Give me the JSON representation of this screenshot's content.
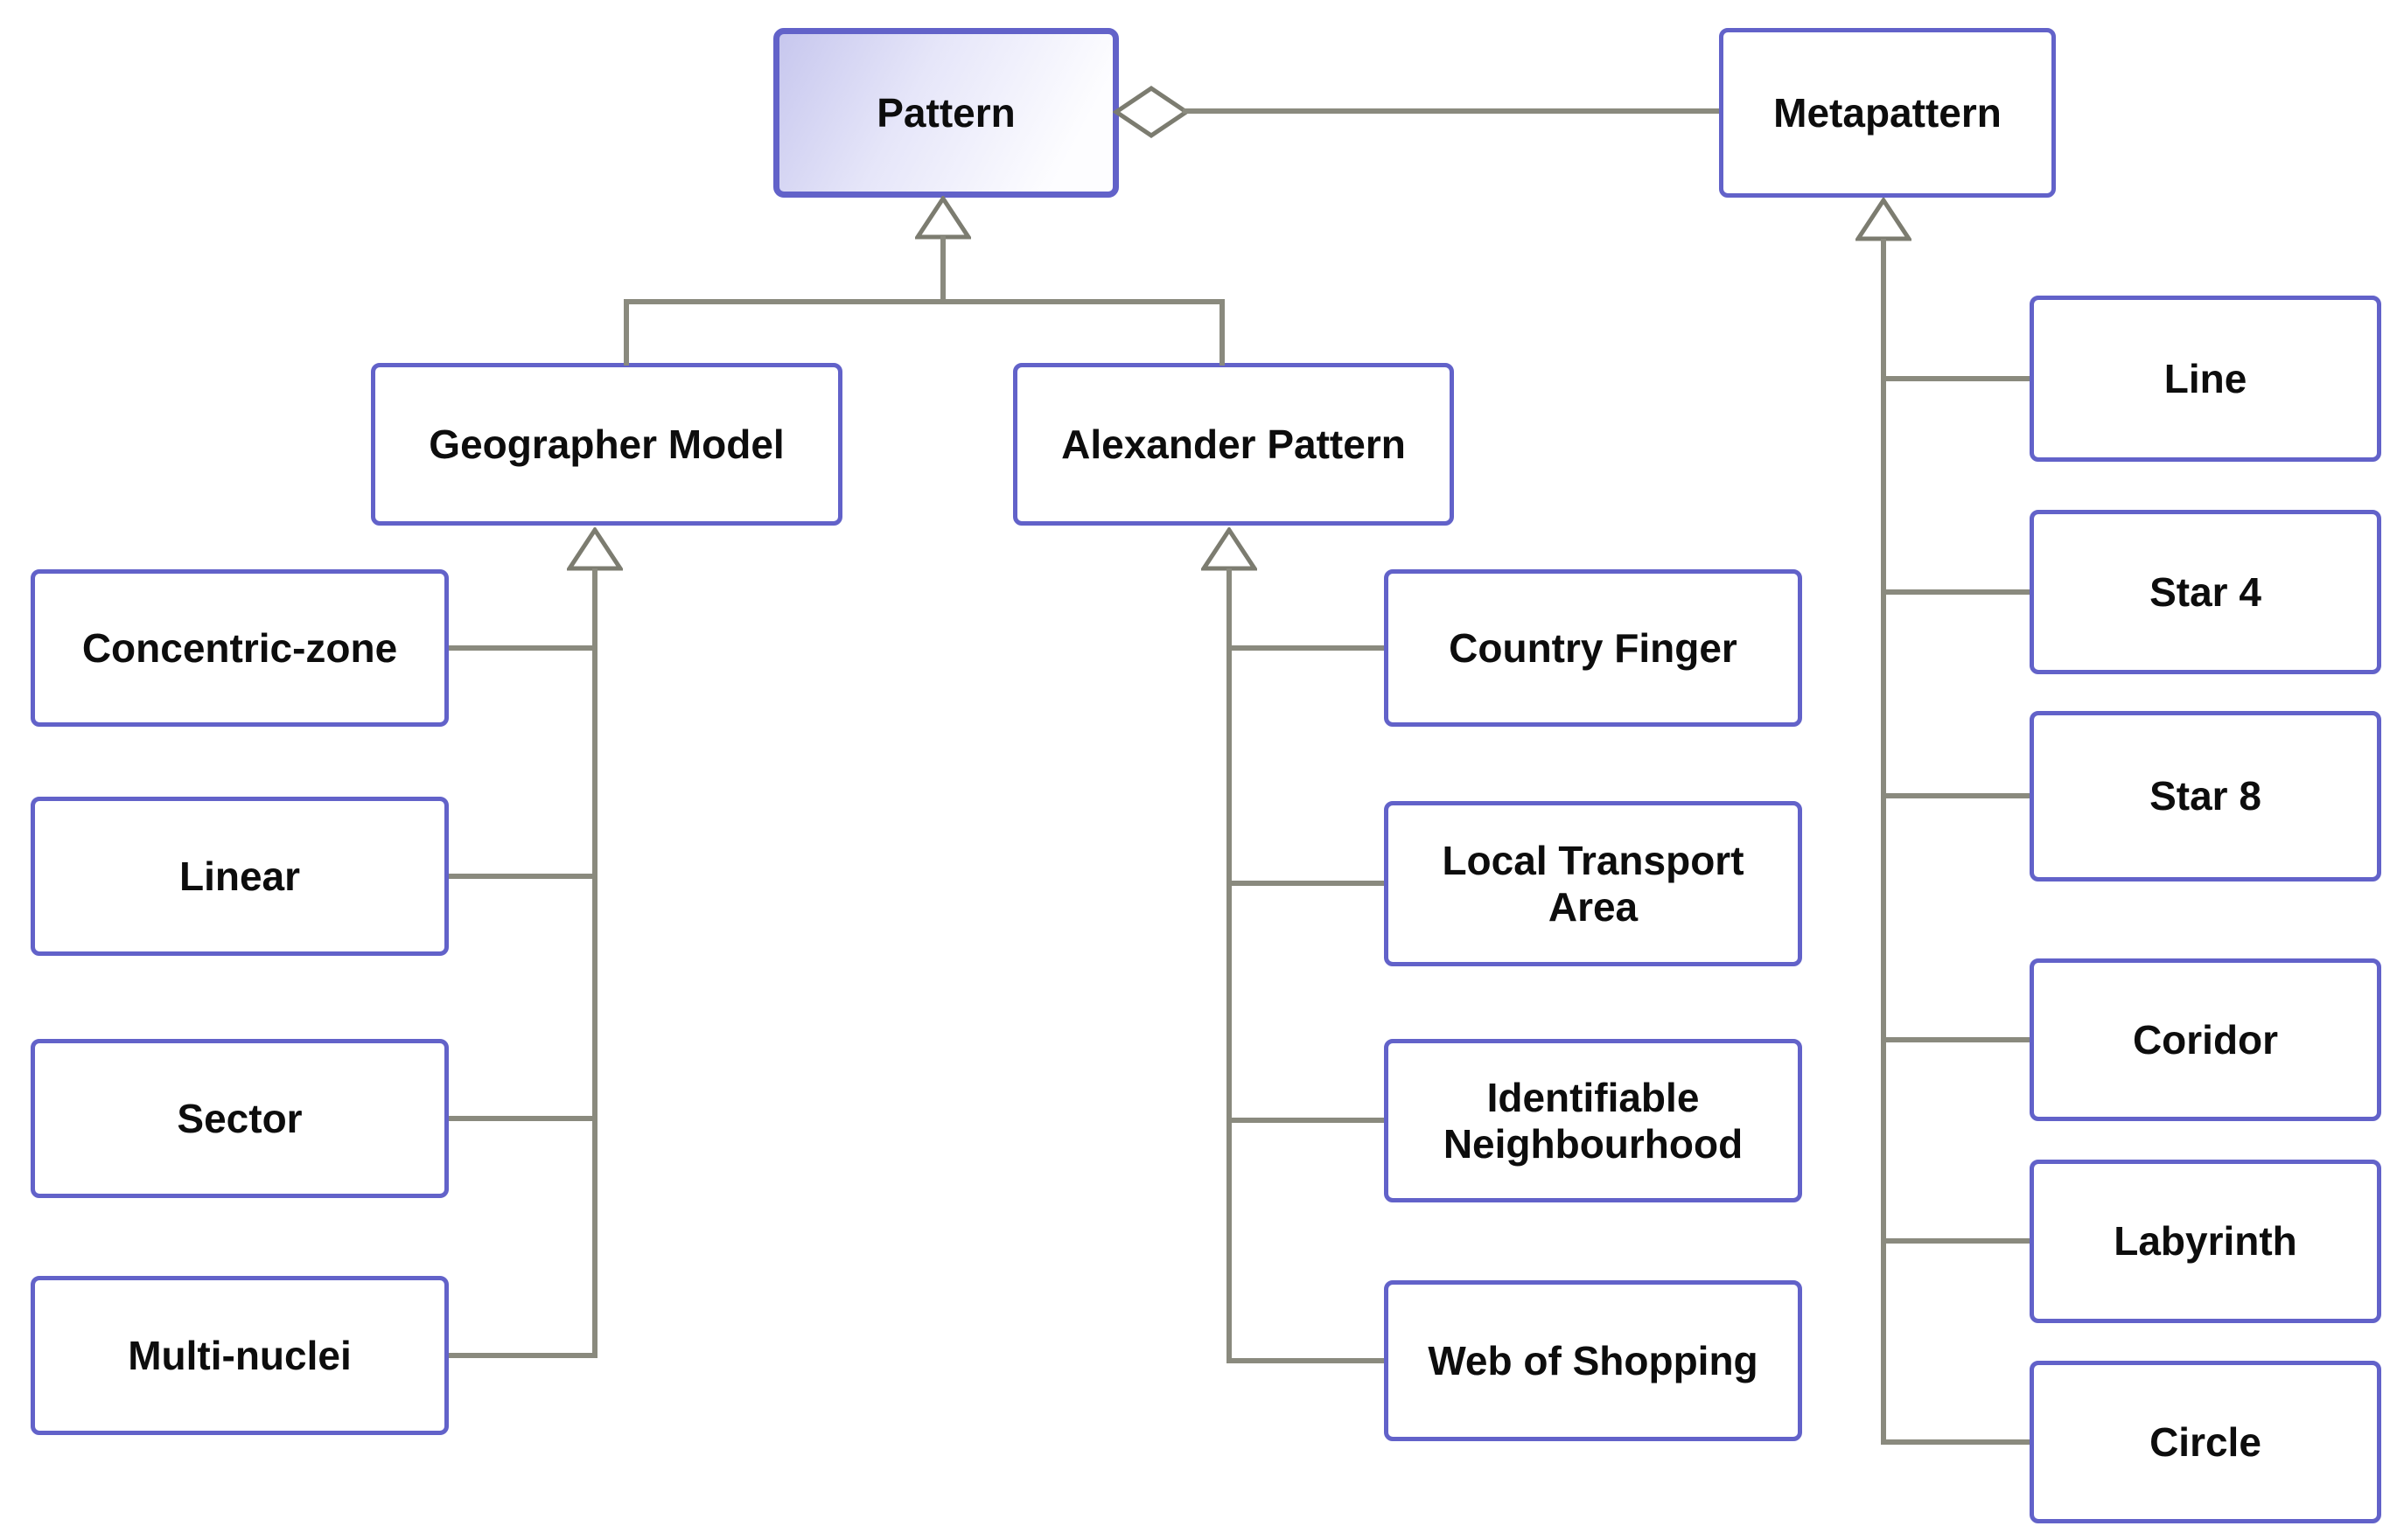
{
  "diagram_title": "Pattern hierarchy diagram",
  "colors": {
    "box_border": "#6262c9",
    "root_fill_start": "#c7c7ee",
    "root_fill_end": "#fdfdff",
    "connector": "#8a8a7e",
    "text": "#0d0d0d"
  },
  "nodes": {
    "pattern": "Pattern",
    "metapattern": "Metapattern",
    "geographer_model": "Geographer Model",
    "alexander_pattern": "Alexander Pattern",
    "geographer_children": [
      "Concentric-zone",
      "Linear",
      "Sector",
      "Multi-nuclei"
    ],
    "alexander_children": [
      "Country Finger",
      "Local Transport Area",
      "Identifiable Neighbourhood",
      "Web of Shopping"
    ],
    "metapattern_children": [
      "Line",
      "Star 4",
      "Star 8",
      "Coridor",
      "Labyrinth",
      "Circle"
    ]
  },
  "edges": [
    {
      "type": "aggregation",
      "whole": "Pattern",
      "part": "Metapattern"
    },
    {
      "type": "generalization",
      "parent": "Pattern",
      "children": [
        "Geographer Model",
        "Alexander Pattern"
      ]
    },
    {
      "type": "generalization",
      "parent": "Geographer Model",
      "children": [
        "Concentric-zone",
        "Linear",
        "Sector",
        "Multi-nuclei"
      ]
    },
    {
      "type": "generalization",
      "parent": "Alexander Pattern",
      "children": [
        "Country Finger",
        "Local Transport Area",
        "Identifiable Neighbourhood",
        "Web of Shopping"
      ]
    },
    {
      "type": "generalization",
      "parent": "Metapattern",
      "children": [
        "Line",
        "Star 4",
        "Star 8",
        "Coridor",
        "Labyrinth",
        "Circle"
      ]
    }
  ]
}
